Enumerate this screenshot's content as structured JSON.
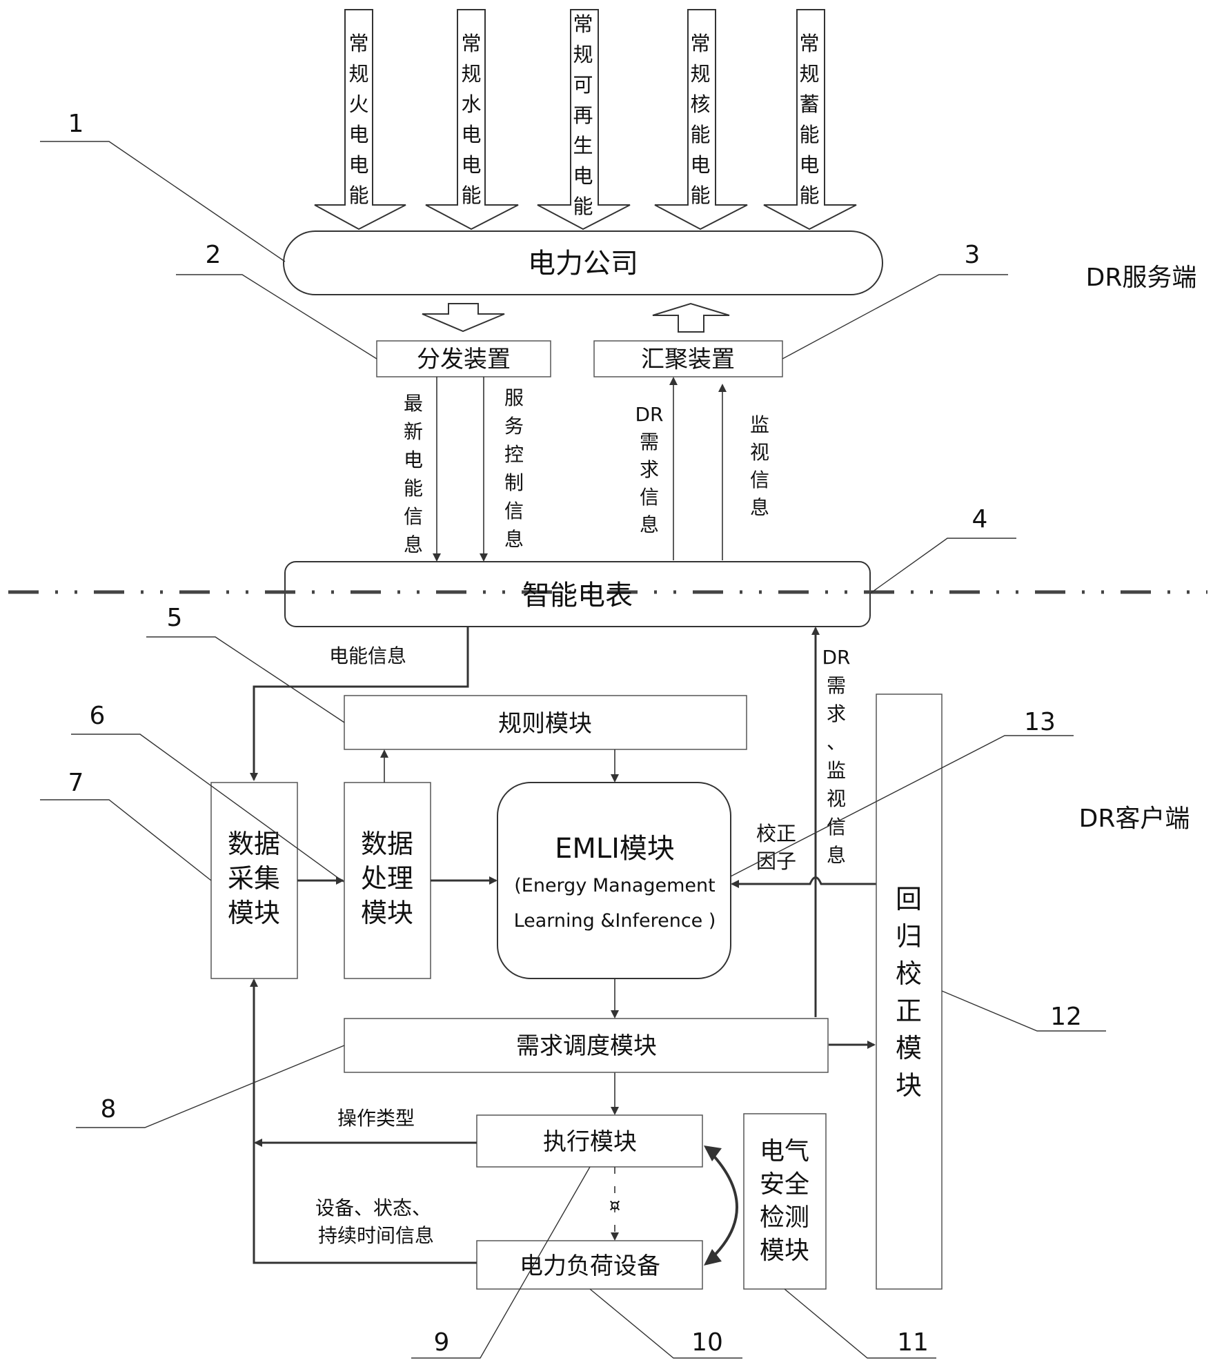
{
  "sources": {
    "thermal": [
      "常",
      "规",
      "火",
      "电",
      "电",
      "能"
    ],
    "hydro": [
      "常",
      "规",
      "水",
      "电",
      "电",
      "能"
    ],
    "renewable": [
      "常",
      "规",
      "可",
      "再",
      "生",
      "电",
      "能"
    ],
    "nuclear": [
      "常",
      "规",
      "核",
      "能",
      "电",
      "能"
    ],
    "storage": [
      "常",
      "规",
      "蓄",
      "能",
      "电",
      "能"
    ]
  },
  "company": "电力公司",
  "distribution": "分发装置",
  "aggregation": "汇聚装置",
  "down_label_1": [
    "最",
    "新",
    "电",
    "能",
    "信",
    "息"
  ],
  "down_label_2": [
    "服",
    "务",
    "控",
    "制",
    "信",
    "息"
  ],
  "up_label_1": [
    "DR",
    "需",
    "求",
    "信",
    "息"
  ],
  "up_label_2": [
    "监",
    "视",
    "信",
    "息"
  ],
  "meter": "智能电表",
  "server_side": "DR服务端",
  "client_side": "DR客户端",
  "energy_info": "电能信息",
  "rule_module": "规则模块",
  "collect_module": [
    "数据",
    "采集",
    "模块"
  ],
  "process_module": [
    "数据",
    "处理",
    "模块"
  ],
  "emli": {
    "title": "EMLI模块",
    "line1": "(Energy Management",
    "line2": "Learning &Inference )"
  },
  "correction_factor": [
    "校正",
    "因子"
  ],
  "dr_monitor": [
    "DR",
    "需",
    "求",
    "、",
    "监",
    "视",
    "信",
    "息"
  ],
  "regression": [
    "回",
    "归",
    "校",
    "正",
    "模",
    "块"
  ],
  "dispatch": "需求调度模块",
  "op_type": "操作类型",
  "execute": "执行模块",
  "device_info": [
    "设备、状态、",
    "持续时间信息"
  ],
  "load": "电力负荷设备",
  "safety": [
    "电气",
    "安全",
    "检测",
    "模块"
  ],
  "marker": "¤",
  "numbers": [
    "1",
    "2",
    "3",
    "4",
    "5",
    "6",
    "7",
    "8",
    "9",
    "10",
    "11",
    "12",
    "13"
  ]
}
